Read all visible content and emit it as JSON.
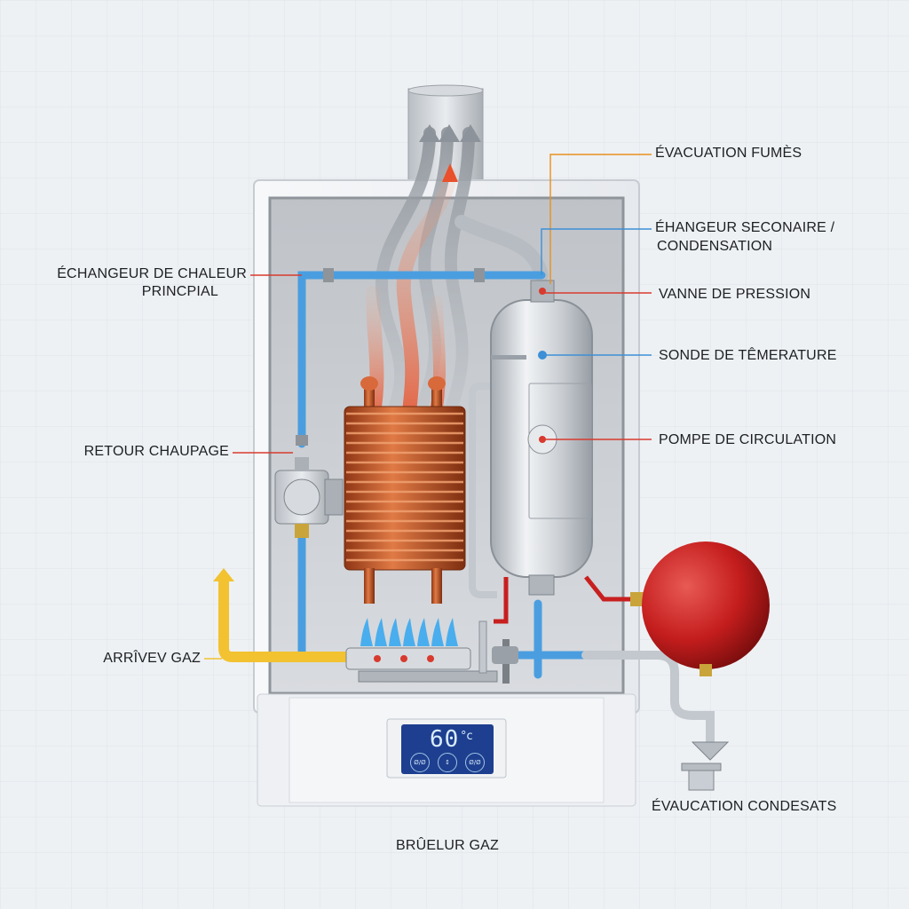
{
  "labels": {
    "evacuation_fumes": "ÉVACUATION FUMÈS",
    "echangeur_secondaire_line1": "ÉHANGEUR SECONAIRE /",
    "echangeur_secondaire_line2": "CONDENSATION",
    "vanne_pression": "VANNE DE PRESSION",
    "sonde_temperature": "SONDE DE TÊMERATURE",
    "pompe_circulation": "POMPE DE CIRCULATION",
    "echangeur_principal_line1": "ÉCHANGEUR DE CHALEUR",
    "echangeur_principal_line2": "PRINCPIAL",
    "retour_chauffage": "RETOUR CHAUPAGE",
    "arrivee_gaz": "ARRÎVEV GAZ",
    "evacuation_condensats": "ÉVAUCATION CONDESATS",
    "bruleur_gaz": "BRÛELUR GAZ"
  },
  "display": {
    "temperature": "60",
    "unit": "°c",
    "buttons": [
      "Ø/Ø",
      "↕",
      "Ø/Ø"
    ]
  },
  "colors": {
    "leader_red": "#d83a2e",
    "leader_blue": "#3d8fd6",
    "leader_orange": "#e8901c",
    "water_pipe": "#4a9ee0",
    "gas_pipe": "#f2c230",
    "copper": "#c8582a",
    "expansion_vessel": "#c81f1f",
    "display_bg": "#1e3f8f"
  }
}
